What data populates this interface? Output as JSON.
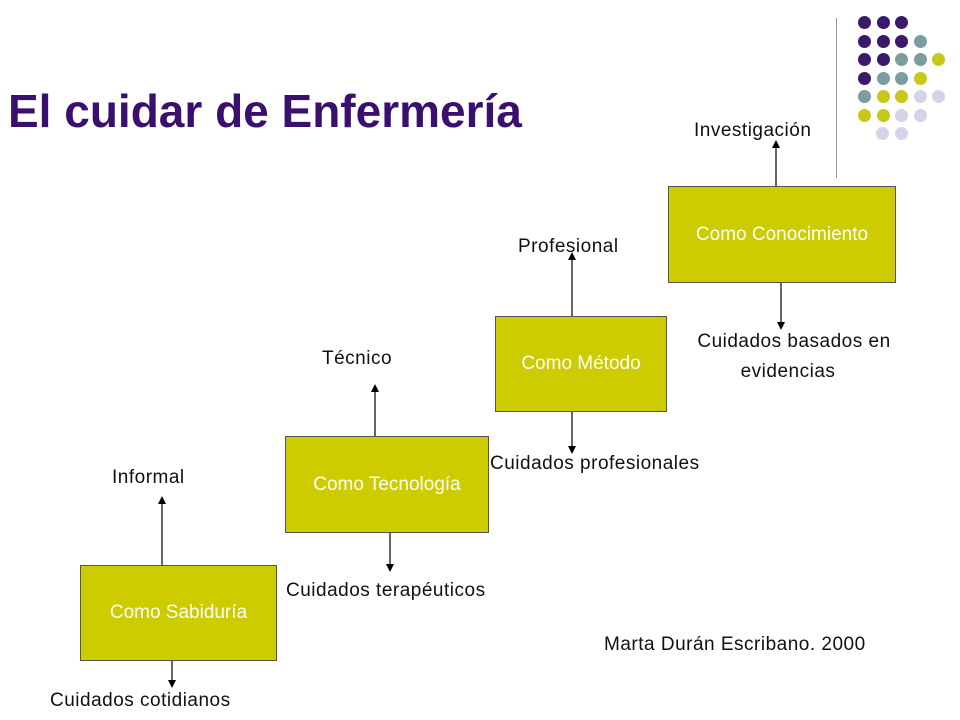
{
  "title": "El cuidar de Enfermería",
  "stages": [
    {
      "box": "Como Sabiduría",
      "above": "Informal",
      "below": "Cuidados cotidianos"
    },
    {
      "box": "Como Tecnología",
      "above": "Técnico",
      "below": "Cuidados terapéuticos"
    },
    {
      "box": "Como Método",
      "above": "Profesional",
      "below": "Cuidados profesionales"
    },
    {
      "box": "Como Conocimiento",
      "above": "Investigación",
      "below_line1": "Cuidados basados en",
      "below_line2": "evidencias"
    }
  ],
  "credit": "Marta Durán Escribano. 2000",
  "colors": {
    "title": "#3b0f6e",
    "box_fill": "#cccc00",
    "box_text": "#ffffff",
    "dot_purple": "#3b1a6b",
    "dot_teal": "#7a9e9f",
    "dot_olive": "#c8c81a",
    "dot_lavender": "#d4d4e8"
  },
  "decoration": {
    "dot_grid": [
      [
        "purple",
        "purple",
        "purple"
      ],
      [
        "purple",
        "purple",
        "purple",
        "teal"
      ],
      [
        "purple",
        "purple",
        "teal",
        "teal",
        "olive"
      ],
      [
        "purple",
        "teal",
        "teal",
        "olive"
      ],
      [
        "teal",
        "olive",
        "olive",
        "lavender",
        "lavender"
      ],
      [
        "olive",
        "olive",
        "lavender",
        "lavender"
      ],
      [
        "lavender",
        "lavender"
      ]
    ]
  }
}
